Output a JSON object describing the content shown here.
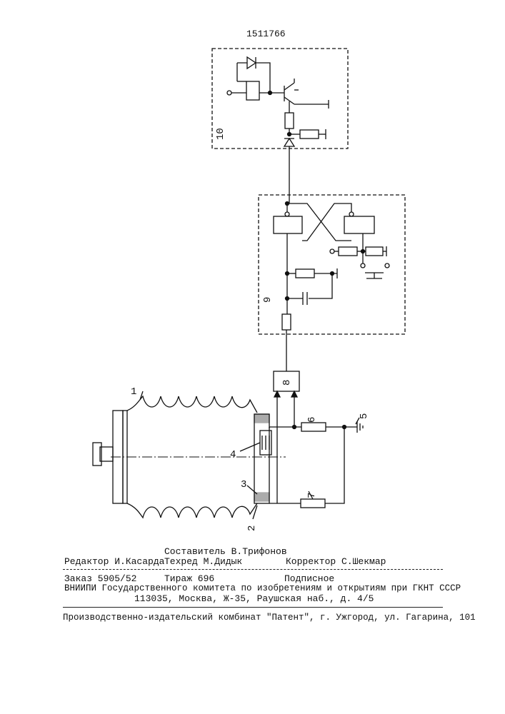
{
  "patent_number": "1511766",
  "labels": {
    "n1": "1",
    "n2": "2",
    "n3": "3",
    "n4": "4",
    "n5": "5",
    "n6": "6",
    "n7": "7",
    "n8": "8",
    "n9": "9",
    "n10": "10"
  },
  "imprint": {
    "compiler": "Составитель В.Трифонов",
    "editor": "Редактор И.Касарда",
    "techred": "Техред М.Дидык",
    "corrector": "Корректор С.Шекмар",
    "order": "Заказ 5905/52",
    "circulation": "Тираж 696",
    "subscription": "Подписное",
    "institute": "ВНИИПИ Государственного комитета по изобретениям и открытиям при ГКНТ СССР",
    "address": "113035, Москва, Ж-35, Раушская наб., д. 4/5",
    "publisher": "Производственно-издательский комбинат \"Патент\", г. Ужгород, ул. Гагарина, 101"
  },
  "colors": {
    "ink": "#111111",
    "paper": "#ffffff"
  }
}
